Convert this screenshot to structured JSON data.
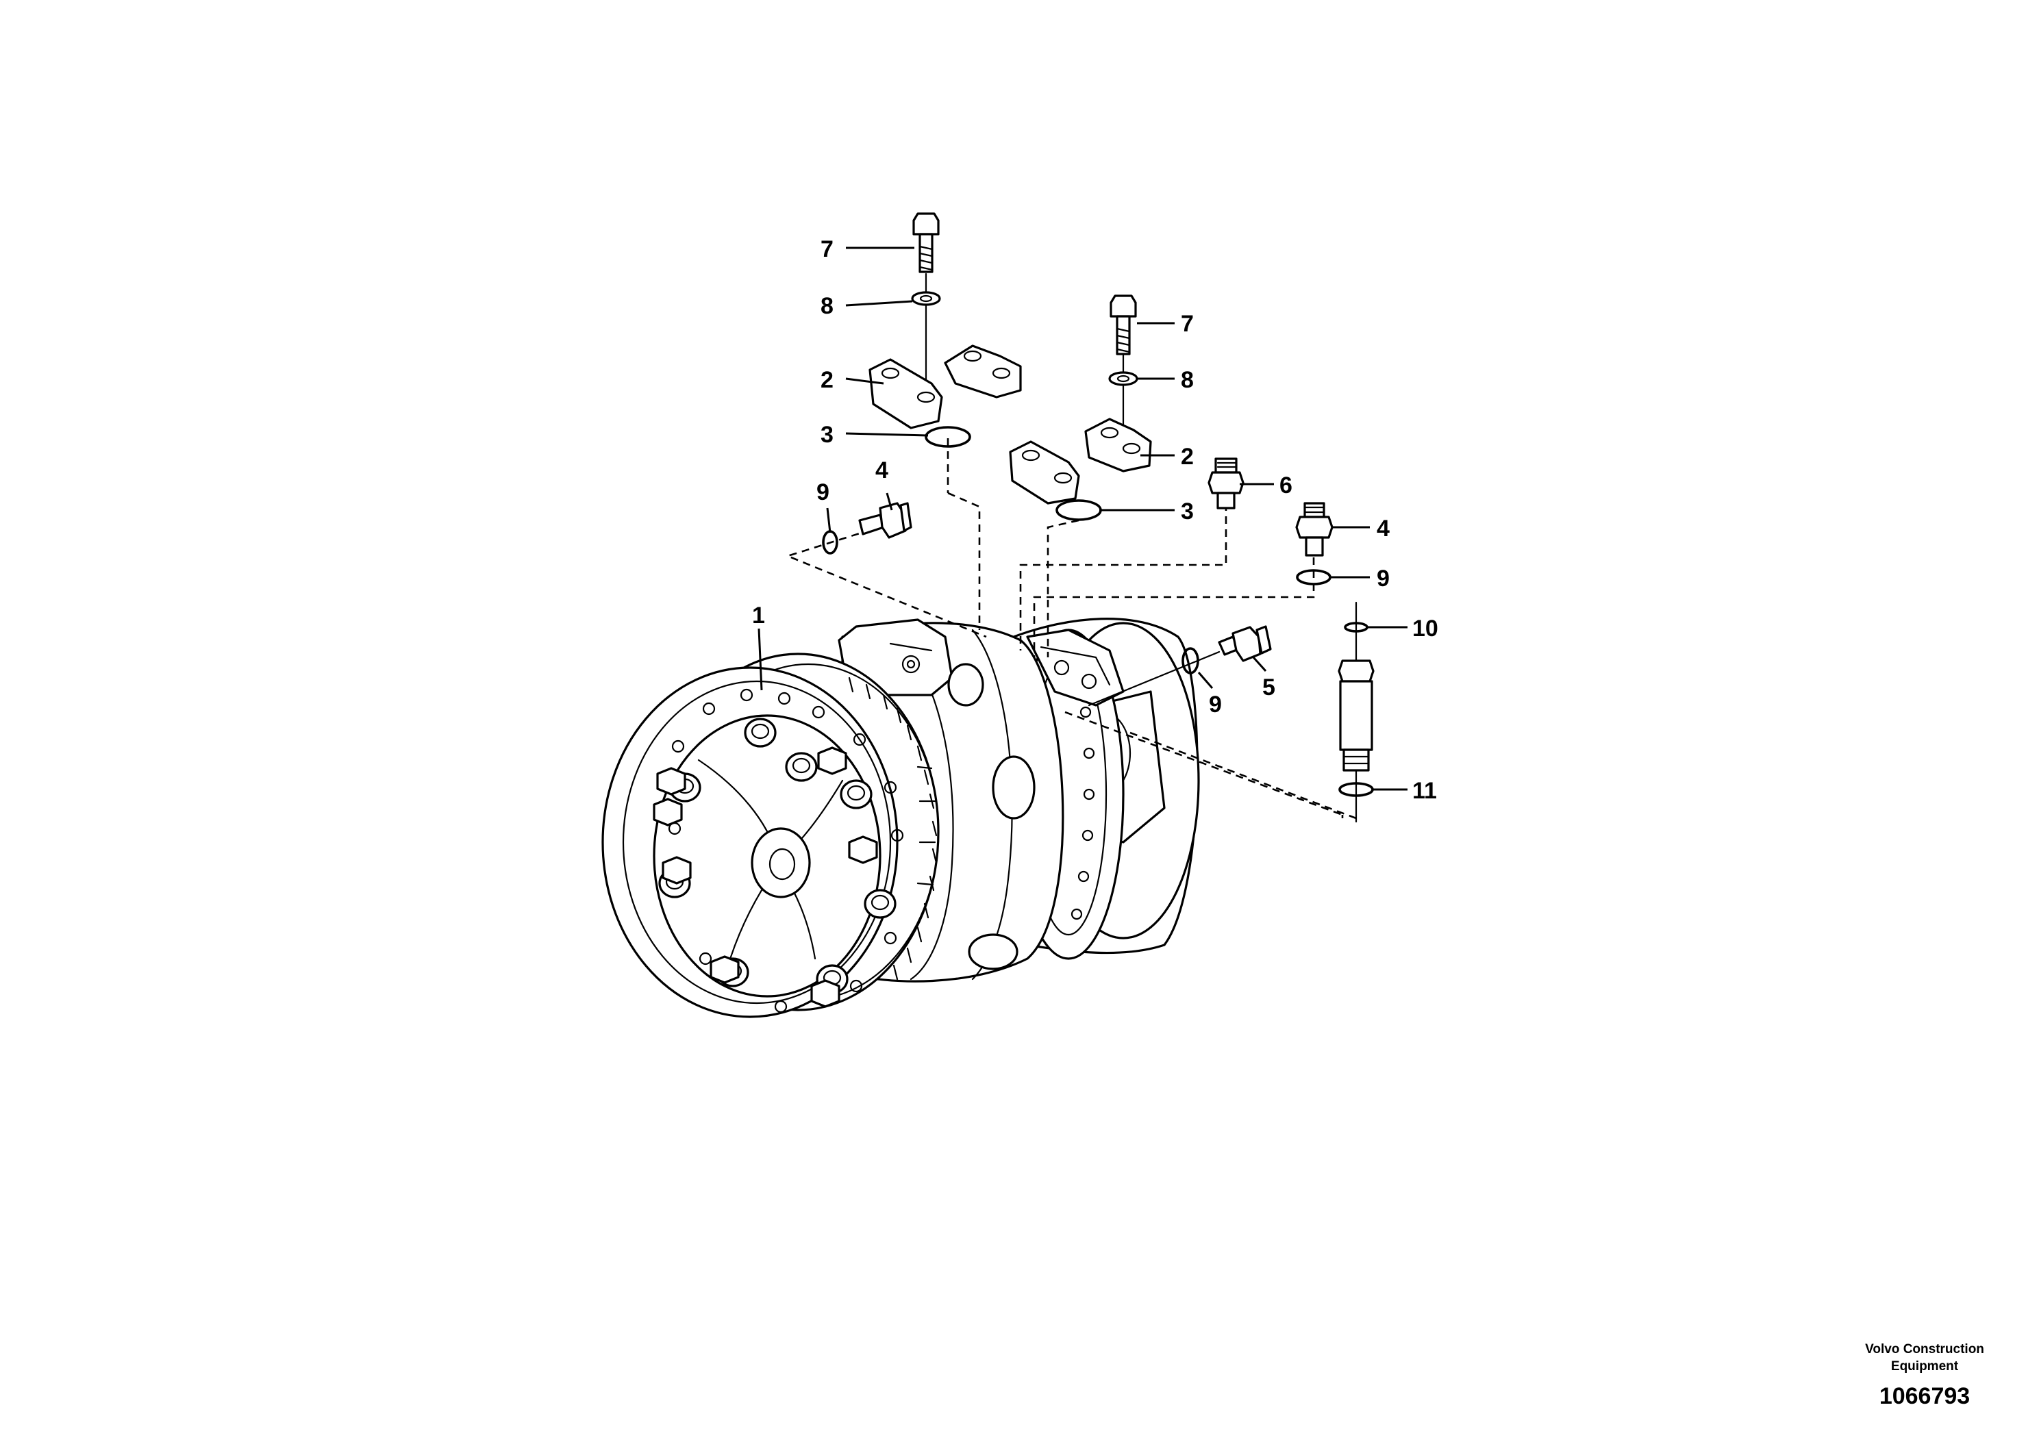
{
  "callouts": {
    "c1": "1",
    "c2a": "2",
    "c2b": "2",
    "c3a": "3",
    "c3b": "3",
    "c4a": "4",
    "c4b": "4",
    "c5": "5",
    "c6": "6",
    "c7a": "7",
    "c7b": "7",
    "c8a": "8",
    "c8b": "8",
    "c9a": "9",
    "c9b": "9",
    "c9c": "9",
    "c10": "10",
    "c11": "11"
  },
  "footer": {
    "brand": "Volvo Construction Equipment",
    "drawing_number": "1066793"
  }
}
